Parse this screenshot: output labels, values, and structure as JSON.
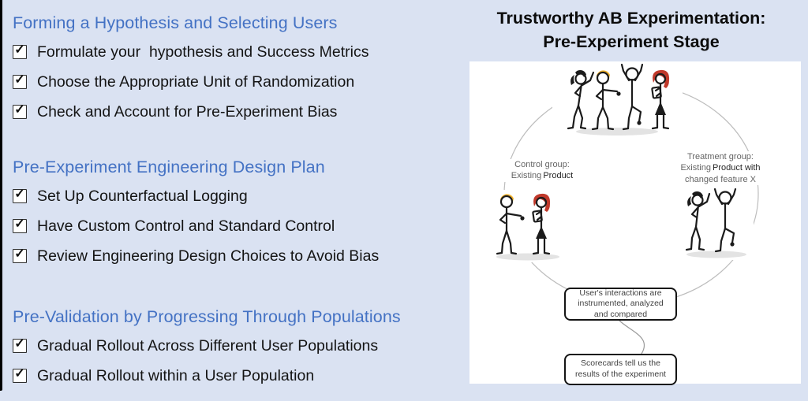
{
  "slide": {
    "title_line1": "Trustworthy AB Experimentation:",
    "title_line2": "Pre-Experiment Stage"
  },
  "checklist": {
    "checkbox_glyph": "✓",
    "sections": [
      {
        "heading": "Forming a Hypothesis and Selecting Users",
        "items": [
          "Formulate your  hypothesis and Success Metrics",
          "Choose the Appropriate Unit of Randomization",
          "Check and Account for Pre-Experiment Bias"
        ]
      },
      {
        "heading": "Pre-Experiment Engineering Design Plan",
        "items": [
          "Set Up Counterfactual Logging",
          "Have Custom Control and Standard Control",
          "Review Engineering Design Choices to Avoid Bias"
        ]
      },
      {
        "heading": "Pre-Validation by Progressing Through Populations",
        "items": [
          "Gradual Rollout Across Different User Populations",
          "Gradual Rollout within a User Population"
        ]
      }
    ]
  },
  "diagram": {
    "control_label": {
      "title": "Control group:",
      "part_gray": "Existing ",
      "part_dark": "Product"
    },
    "treatment_label": {
      "title": "Treatment group:",
      "part_gray": "Existing ",
      "part_dark": "Product with",
      "line3": "changed feature X"
    },
    "analysis_box": "User's interactions are instrumented, analyzed and compared",
    "scorecard_box": "Scorecards tell us the results of the experiment"
  },
  "colors": {
    "slide_background": "#DAE2F2",
    "heading_blue": "#4472C4",
    "panel_white": "#FFFFFF",
    "hair_yellow": "#F2B32A",
    "hair_red": "#C0392B"
  }
}
